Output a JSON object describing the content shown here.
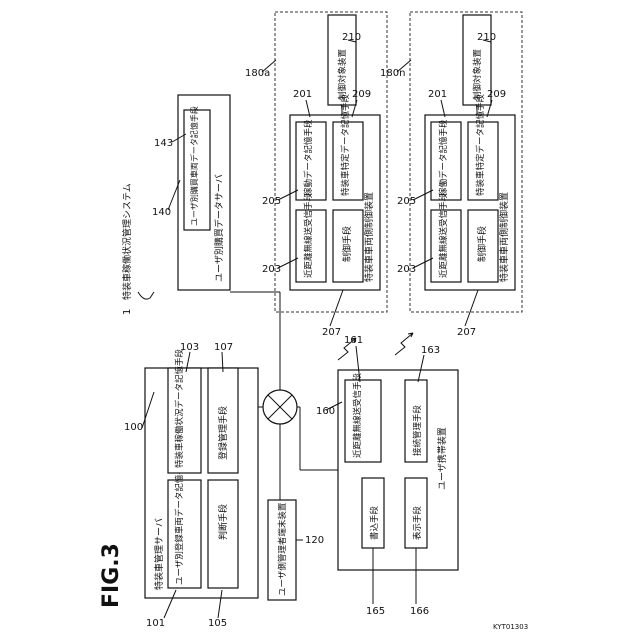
{
  "figure": {
    "label": "FIG.3",
    "code": "KYT01303"
  },
  "system": {
    "num": "1",
    "name": "特装車稼働状況管理システム"
  },
  "server100": {
    "num": "100",
    "title": "特装車管理サーバ",
    "m101": {
      "num": "101",
      "label": "ユーザ別登録車両データ記憶手段"
    },
    "m103": {
      "num": "103",
      "label": "特装車稼働状況データ記憶手段"
    },
    "m105": {
      "num": "105",
      "label": "判断手段"
    },
    "m107": {
      "num": "107",
      "label": "登録管理手段"
    }
  },
  "server140": {
    "num": "140",
    "title": "ユーザ別購買データサーバ",
    "m143": {
      "num": "143",
      "label": "ユーザ別購買車両データ記憶手段"
    }
  },
  "terminal120": {
    "num": "120",
    "label": "ユーザ側管理者端末装置"
  },
  "mobile160": {
    "num": "160",
    "title": "ユーザ携帯装置",
    "m161": {
      "num": "161",
      "label": "近距離無線送受信手段"
    },
    "m163": {
      "num": "163",
      "label": "接続管理手段"
    },
    "m165": {
      "num": "165",
      "label": "書込手段"
    },
    "m166": {
      "num": "166",
      "label": "表示手段"
    }
  },
  "vehicles": [
    {
      "group": "180a",
      "title": "特装車車両側制御装置",
      "n201": "201",
      "n203": "203",
      "n205": "205",
      "n207": "207",
      "n209": "209",
      "radio": "近距離無線送受信手段",
      "ctrl": "制御手段",
      "op": "稼動データ記憶手段",
      "spec": "特装車特定データ記憶手段",
      "target": {
        "num": "210",
        "label": "制御対象装置"
      }
    },
    {
      "group": "180n",
      "title": "特装車車両側制御装置",
      "n201": "201",
      "n203": "203",
      "n205": "205",
      "n207": "207",
      "n209": "209",
      "radio": "近距離無線送受信手段",
      "ctrl": "制御手段",
      "op": "稼働データ記憶手段",
      "spec": "特装車特定データ記憶手段",
      "target": {
        "num": "210",
        "label": "制御対象装置"
      }
    }
  ]
}
